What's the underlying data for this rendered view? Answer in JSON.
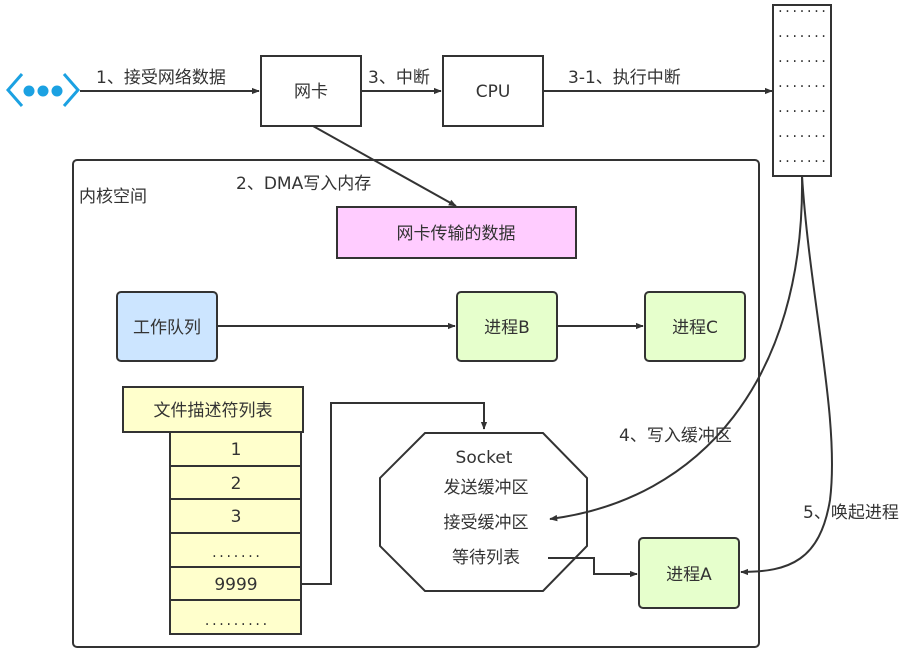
{
  "colors": {
    "stroke": "#333333",
    "network_icon": "#1ba1e2",
    "nic_data_fill": "#ffccff",
    "work_queue_fill": "#cce5ff",
    "process_fill": "#e6ffcc",
    "fd_table_fill": "#ffffcc",
    "background": "#ffffff"
  },
  "nodes": {
    "network_icon": {
      "icon": "network-ellipsis-icon"
    },
    "nic": {
      "label": "网卡"
    },
    "cpu": {
      "label": "CPU"
    },
    "interrupt_table": {
      "rows": [
        ".......",
        ".......",
        ".......",
        ".......",
        ".......",
        ".......",
        "......."
      ]
    },
    "kernel_space": {
      "label": "内核空间"
    },
    "nic_data": {
      "label": "网卡传输的数据"
    },
    "work_queue": {
      "label": "工作队列"
    },
    "process_b": {
      "label": "进程B"
    },
    "process_c": {
      "label": "进程C"
    },
    "process_a": {
      "label": "进程A"
    },
    "fd_table": {
      "header": "文件描述符列表",
      "rows": [
        "1",
        "2",
        "3",
        ".......",
        "9999",
        "........."
      ]
    },
    "socket": {
      "title": "Socket",
      "send_buffer": "发送缓冲区",
      "recv_buffer": "接受缓冲区",
      "wait_list": "等待列表"
    }
  },
  "edges": {
    "step1": "1、接受网络数据",
    "step2": "2、DMA写入内存",
    "step3": "3、中断",
    "step3_1": "3-1、执行中断",
    "step4": "4、写入缓冲区",
    "step5": "5、唤起进程"
  }
}
